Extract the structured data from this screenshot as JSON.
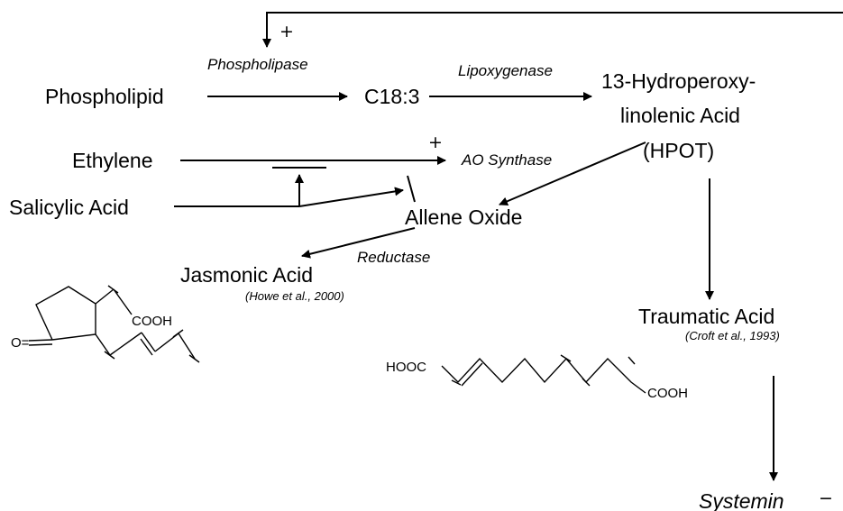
{
  "nodes": {
    "phospholipid": "Phospholipid",
    "c183": "C18:3",
    "hpot_line1": "13-Hydroperoxy-",
    "hpot_line2": "linolenic Acid",
    "hpot_line3": "(HPOT)",
    "ethylene": "Ethylene",
    "salicylic_acid": "Salicylic Acid",
    "allene_oxide": "Allene Oxide",
    "jasmonic_acid": "Jasmonic Acid",
    "traumatic_acid": "Traumatic Acid",
    "systemin": "Systemin"
  },
  "enzymes": {
    "phospholipase": "Phospholipase",
    "lipoxygenase": "Lipoxygenase",
    "ao_synthase": "AO Synthase",
    "reductase": "Reductase"
  },
  "citations": {
    "howe": "(Howe et al., 2000)",
    "croft": "(Croft et al., 1993)"
  },
  "signs": {
    "top_plus": "+",
    "ao_plus": "+",
    "systemin_minus": "−"
  },
  "chem_labels": {
    "ja_cooh": "COOH",
    "ja_oxo": "O=",
    "ta_hooc": "HOOC",
    "ta_cooh": "COOH"
  }
}
